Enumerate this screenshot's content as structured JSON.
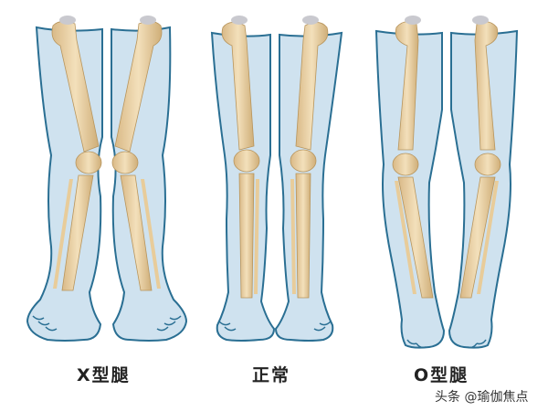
{
  "labels": {
    "x_leg": "X型腿",
    "normal": "正常",
    "o_leg": "O型腿"
  },
  "watermark": "头条 @瑜伽焦点",
  "colors": {
    "leg_fill": "#cfe2ef",
    "leg_outline": "#2a6f93",
    "bone": "#ecd3a6",
    "bone_shade": "#c9a870",
    "cartilage": "#c9c9cf"
  }
}
